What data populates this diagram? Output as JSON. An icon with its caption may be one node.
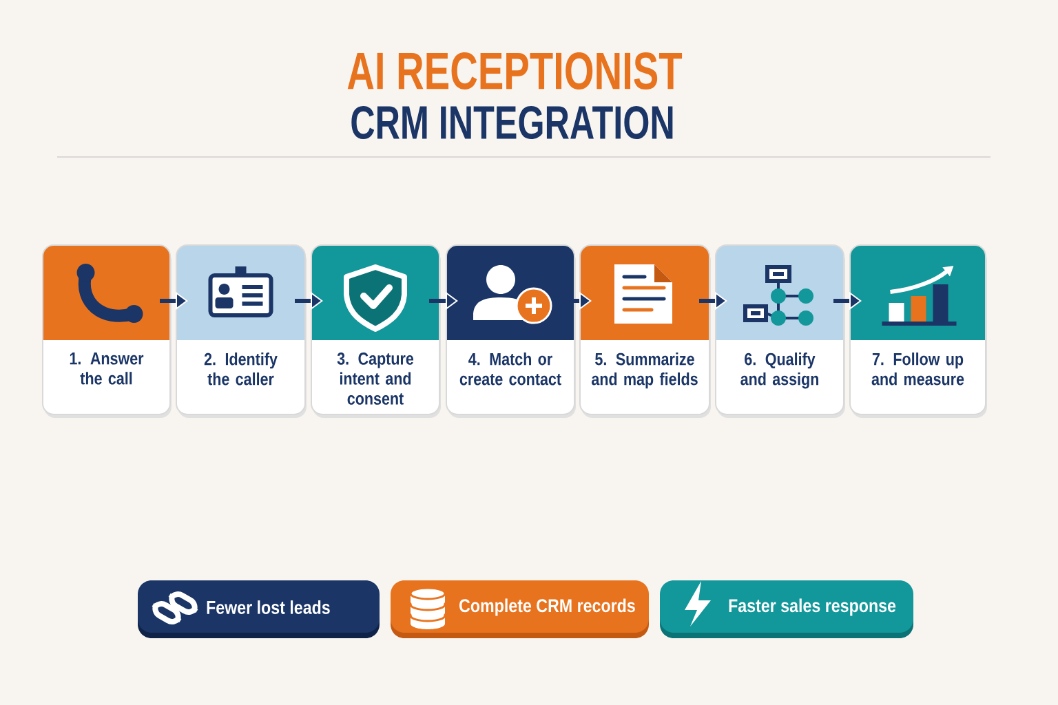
{
  "diagram": {
    "title": "AI RECEPTIONIST",
    "nodes": [
      {
        "text": [
          "1. Answer the call"
        ]
      },
      {
        "text": [
          "2. Identify the caller"
        ]
      },
      {
        "text": [
          "3. Capture intent and consent"
        ]
      },
      {
        "text": [
          "4. Match or create contact"
        ]
      },
      {
        "text": [
          "5. Summarize and map fields"
        ]
      },
      {
        "text": [
          "6. Qualify and assign"
        ]
      },
      {
        "text": [
          "7. Follow up and measure"
        ]
      },
      {
        "text": [
          "Fewer lost leads"
        ]
      },
      {
        "text": [
          "Complete CRM records"
        ]
      },
      {
        "text": [
          "Faster sales response"
        ]
      }
    ],
    "edges": [
      {
        "from": 0,
        "to": 1,
        "arrow": "to"
      },
      {
        "from": 1,
        "to": 2,
        "arrow": "to"
      },
      {
        "from": 2,
        "to": 3,
        "arrow": "to"
      },
      {
        "from": 3,
        "to": 4,
        "arrow": "to"
      },
      {
        "from": 4,
        "to": 5,
        "arrow": "to"
      },
      {
        "from": 5,
        "to": 6,
        "arrow": "to"
      }
    ],
    "labels": [
      "CRM INTEGRATION"
    ]
  }
}
